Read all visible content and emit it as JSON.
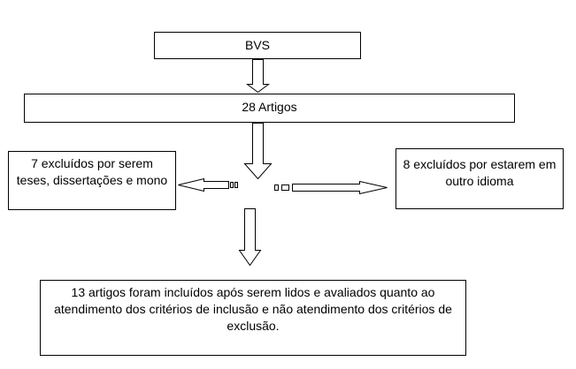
{
  "diagram": {
    "source_box": {
      "text": "BVS"
    },
    "total_box": {
      "text": "28 Artigos"
    },
    "excluded_left_box": {
      "text": "7 excluídos por serem teses, dissertações e mono"
    },
    "excluded_right_box": {
      "text": "8 excluídos por estarem em outro idioma"
    },
    "included_box": {
      "text": "13 artigos foram incluídos após serem lidos e avaliados quanto ao atendimento dos critérios de inclusão e não atendimento dos critérios de exclusão."
    }
  }
}
